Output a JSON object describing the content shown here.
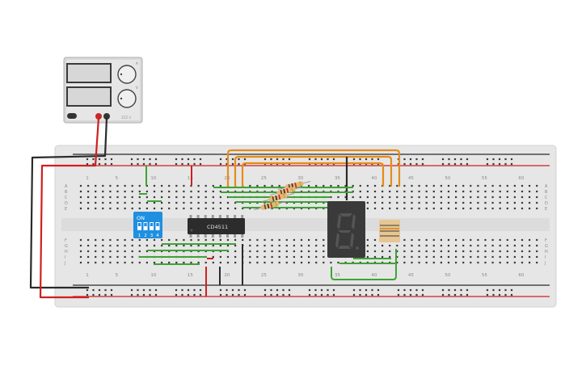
{
  "power_supply": {
    "name": "DC power supply",
    "brand_text": "ZZZ V",
    "knob_label_a": "A",
    "knob_label_b": "V"
  },
  "breadboard": {
    "row_letters_top": [
      "A",
      "B",
      "C",
      "D",
      "E"
    ],
    "row_letters_bottom": [
      "F",
      "G",
      "H",
      "I",
      "J"
    ],
    "column_numbers": [
      "1",
      "5",
      "10",
      "15",
      "20",
      "25",
      "30",
      "35",
      "40",
      "45",
      "50",
      "55",
      "60"
    ]
  },
  "dip_switch": {
    "on_label": "ON",
    "switch_numbers": [
      "1",
      "2",
      "3",
      "4"
    ]
  },
  "ic": {
    "label": "CD4511"
  },
  "seven_segment": {
    "digit": "8"
  },
  "colors": {
    "red_wire": "#d01f1f",
    "black_wire": "#2a2a2a",
    "green_wire": "#3ea335",
    "orange_wire": "#e58c1a",
    "dip_blue": "#1f8fe0",
    "board_grey": "#e8e8e8"
  }
}
